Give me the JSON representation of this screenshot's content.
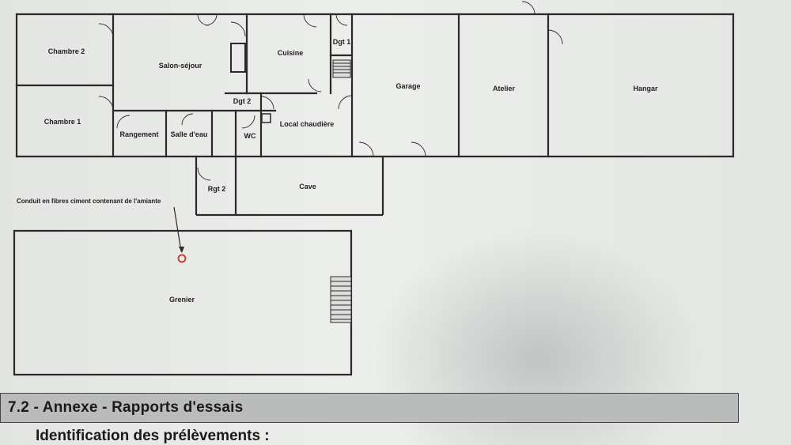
{
  "rooms": {
    "chambre2": "Chambre 2",
    "salon": "Salon-séjour",
    "cuisine": "Cuisine",
    "dgt1": "Dgt 1",
    "garage": "Garage",
    "atelier": "Atelier",
    "hangar": "Hangar",
    "chambre1": "Chambre 1",
    "rangement": "Rangement",
    "salle_eau": "Salle d'eau",
    "dgt2": "Dgt 2",
    "wc": "WC",
    "local_chaudiere": "Local chaudière",
    "rgt2": "Rgt 2",
    "cave": "Cave",
    "grenier": "Grenier"
  },
  "annotation": {
    "label": "Conduit en fibres ciment contenant de l'amiante",
    "marker_color": "#c0392b"
  },
  "section": {
    "title": "7.2 - Annexe - Rapports d'essais",
    "subheading": "Identification des prélèvements :"
  },
  "colors": {
    "wall": "#2a2a2a",
    "section_bar": "#b9bcbb"
  }
}
